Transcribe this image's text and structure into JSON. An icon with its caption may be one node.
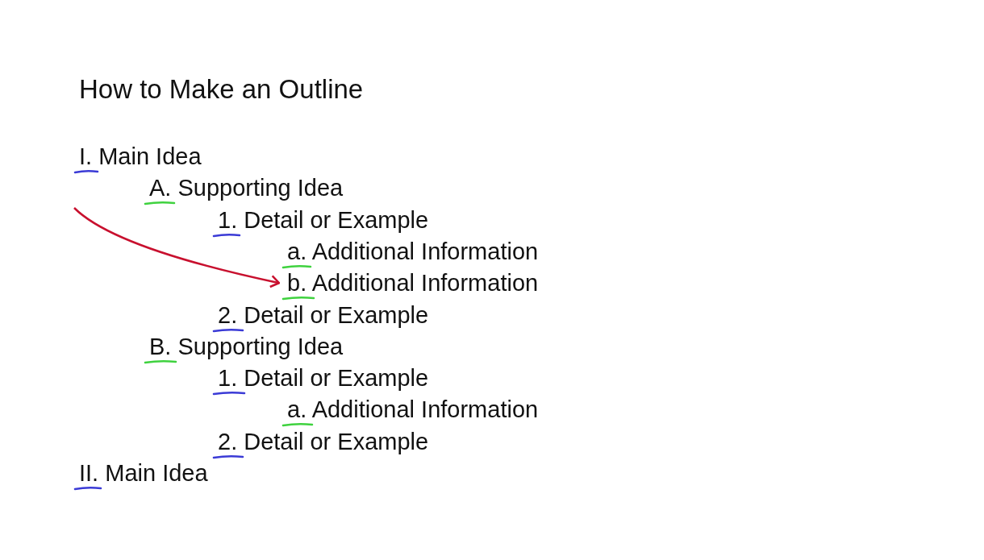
{
  "diagram": {
    "title": "How to Make an Outline",
    "nodes": [
      {
        "text": [
          "I. Main Idea"
        ]
      },
      {
        "text": [
          "A. Supporting Idea"
        ]
      },
      {
        "text": [
          "1. Detail or Example"
        ]
      },
      {
        "text": [
          "a. Additional Information"
        ]
      },
      {
        "text": [
          "b. Additional Information"
        ]
      },
      {
        "text": [
          "2. Detail or Example"
        ]
      },
      {
        "text": [
          "B. Supporting Idea"
        ]
      },
      {
        "text": [
          "1. Detail or Example"
        ]
      },
      {
        "text": [
          "a. Additional Information"
        ]
      },
      {
        "text": [
          "2. Detail or Example"
        ]
      },
      {
        "text": [
          "II. Main Idea"
        ]
      }
    ],
    "edges": [
      {
        "from": null,
        "to": 4,
        "arrow": "to",
        "color": "#c8102e"
      }
    ]
  }
}
